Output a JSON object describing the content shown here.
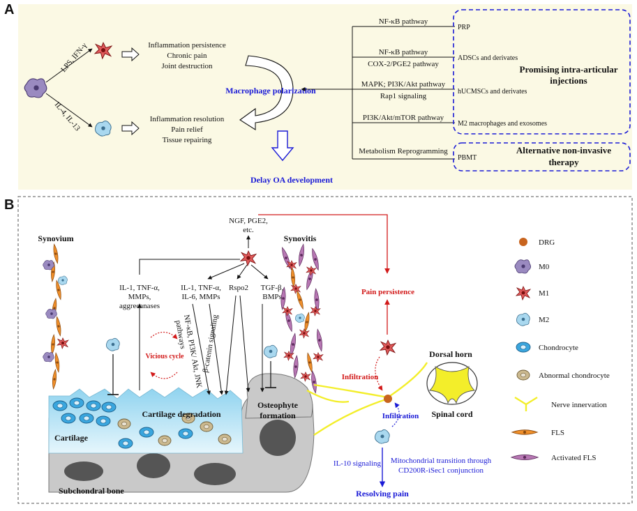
{
  "panel_a": {
    "letter": "A",
    "stimulus_m1": "LPS, IFN-γ",
    "stimulus_m2": "IL-4, IL-13",
    "m1_effects": [
      "Inflammation persistence",
      "Chronic pain",
      "Joint destruction"
    ],
    "m2_effects": [
      "Inflammation resolution",
      "Pain relief",
      "Tissue repairing"
    ],
    "center_label": "Macrophage polarization",
    "outcome_label": "Delay OA development",
    "pathways": [
      {
        "lines": [
          "NF-κB pathway"
        ],
        "target": "PRP"
      },
      {
        "lines": [
          "NF-κB pathway",
          "COX-2/PGE2 pathway"
        ],
        "target": "ADSCs and derivates"
      },
      {
        "lines": [
          "MAPK; PI3K/Akt pathway",
          "Rap1 signaling"
        ],
        "target": "hUCMSCs and derivates"
      },
      {
        "lines": [
          "PI3K/Akt/mTOR pathway"
        ],
        "target": "M2 macrophages and exosomes"
      },
      {
        "lines": [
          "Metabolism Reprogramming"
        ],
        "target": "PBMT"
      }
    ],
    "box1_title": [
      "Promising intra-articular",
      "injections"
    ],
    "box2_title": [
      "Alternative non-invasive",
      "therapy"
    ]
  },
  "panel_b": {
    "letter": "B",
    "top_mediators": [
      "NGF, PGE2,",
      "etc."
    ],
    "synovium_label": "Synovium",
    "synovitis_label": "Synovitis",
    "left_cytokines": [
      "IL-1, TNF-α,",
      "MMPs,",
      "aggrecanases"
    ],
    "mid_cytokines": [
      "IL-1, TNF-α,",
      "IL-6, MMPs"
    ],
    "rspo2_label": "Rspo2",
    "tgf_label": [
      "TGF-β,",
      "BMPs"
    ],
    "nfkb_label": [
      "NF-κB, PI3K/ Akt, JNK",
      "pathways"
    ],
    "beta_catenin_label": "β-catenin signaling",
    "vicious_cycle": "Vicious cycle",
    "cartilage_degradation": "Cartilage degradation",
    "cartilage_label": "Cartilage",
    "osteophyte_label": [
      "Osteophyte",
      "formation"
    ],
    "subchondral_label": "Subchondral bone",
    "pain_persistence": "Pain persistence",
    "infiltration_m1": "Infiltration",
    "infiltration_m2": "Infiltration",
    "dorsal_horn": "Dorsal horn",
    "spinal_cord": "Spinal cord",
    "il10_label": "IL-10 signaling",
    "mito_label": [
      "Mitochondrial transition through",
      "CD200R-iSec1 conjunction"
    ],
    "resolving_pain": "Resolving pain",
    "legend": [
      {
        "icon": "drg-icon",
        "label": "DRG"
      },
      {
        "icon": "m0-macrophage-icon",
        "label": "M0"
      },
      {
        "icon": "m1-macrophage-icon",
        "label": "M1"
      },
      {
        "icon": "m2-macrophage-icon",
        "label": "M2"
      },
      {
        "icon": "chondrocyte-icon",
        "label": "Chondrocyte"
      },
      {
        "icon": "abnormal-chondrocyte-icon",
        "label": "Abnormal chondrocyte"
      },
      {
        "icon": "nerve-innervation-icon",
        "label": "Nerve innervation"
      },
      {
        "icon": "fls-icon",
        "label": "FLS"
      },
      {
        "icon": "activated-fls-icon",
        "label": "Activated FLS"
      }
    ]
  },
  "colors": {
    "panel_a_bg": "#fbf9e4",
    "blue": "#1a1ad6",
    "red": "#d21a1a",
    "cartilage": "#bfe7f6",
    "bone": "#c9c9c9",
    "nerve": "#f3ee2a"
  }
}
